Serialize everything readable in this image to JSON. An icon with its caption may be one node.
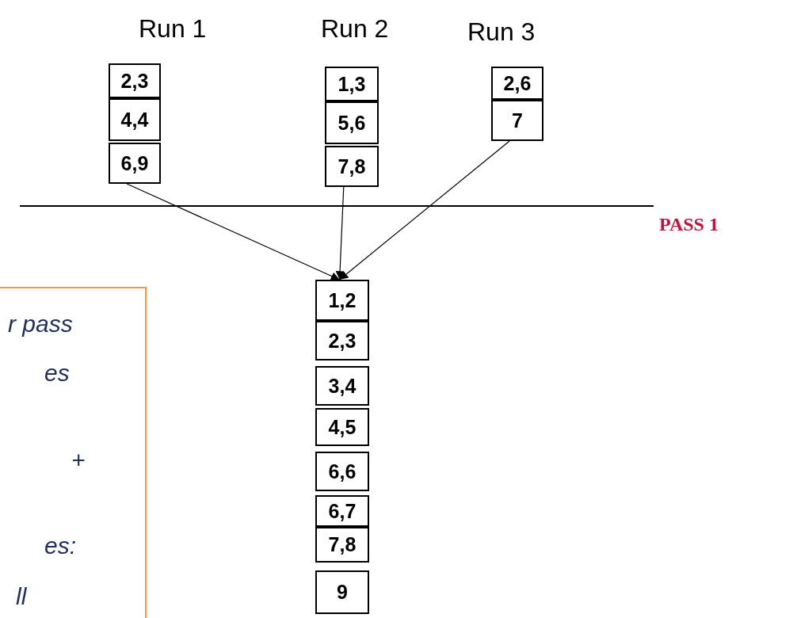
{
  "diagram": {
    "nodes": [
      {
        "text": [
          "Run 1"
        ]
      },
      {
        "text": [
          "2,3"
        ],
        "in": 0
      },
      {
        "text": [
          "4,4"
        ],
        "in": 0
      },
      {
        "text": [
          "6,9"
        ],
        "in": 0
      },
      {
        "text": [
          "Run 2"
        ]
      },
      {
        "text": [
          "1,3"
        ],
        "in": 4
      },
      {
        "text": [
          "5,6"
        ],
        "in": 4
      },
      {
        "text": [
          "7,8"
        ],
        "in": 4
      },
      {
        "text": [
          "Run 3"
        ]
      },
      {
        "text": [
          "2,6"
        ],
        "in": 8
      },
      {
        "text": [
          "7"
        ],
        "in": 8
      },
      {
        "text": [],
        "shape": "box"
      },
      {
        "text": [
          "1,2"
        ],
        "in": 11
      },
      {
        "text": [
          "2,3"
        ],
        "in": 11
      },
      {
        "text": [
          "3,4"
        ],
        "in": 11
      },
      {
        "text": [
          "4,5"
        ],
        "in": 11
      },
      {
        "text": [
          "6,6"
        ],
        "in": 11
      },
      {
        "text": [
          "6,7"
        ],
        "in": 11
      },
      {
        "text": [
          "7,8"
        ],
        "in": 11
      },
      {
        "text": [
          "9"
        ],
        "in": 11
      },
      {
        "text": [
          "r pass",
          "es",
          "+",
          "es:",
          "ll"
        ]
      }
    ],
    "edges": [
      {
        "from": 3,
        "to": 12,
        "arrow": "to"
      },
      {
        "from": 7,
        "to": 12,
        "arrow": "to"
      },
      {
        "from": 10,
        "to": 12,
        "arrow": "to"
      }
    ],
    "labels": [
      "PASS 1"
    ]
  }
}
